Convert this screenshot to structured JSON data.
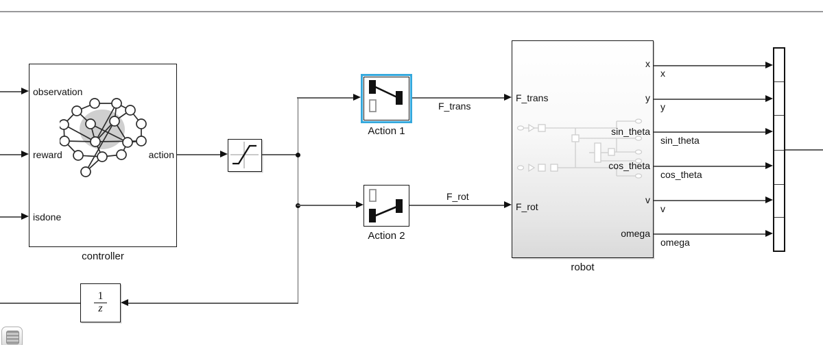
{
  "colors": {
    "selection_blue": "#35a8dc",
    "wire": "#5f5f5f",
    "block_border": "#161616",
    "top_rule": "#98989a",
    "robot_fill_bottom": "#dcdcdc"
  },
  "controller": {
    "name": "controller",
    "input_ports": [
      "observation",
      "reward",
      "isdone"
    ],
    "output_port": "action"
  },
  "action_blocks": [
    {
      "name": "Action 1",
      "selected": true
    },
    {
      "name": "Action 2",
      "selected": false
    }
  ],
  "signal_labels": {
    "f_trans": "F_trans",
    "f_rot": "F_rot"
  },
  "robot": {
    "name": "robot",
    "input_ports": [
      "F_trans",
      "F_rot"
    ],
    "output_ports": [
      "x",
      "y",
      "sin_theta",
      "cos_theta",
      "v",
      "omega"
    ]
  },
  "output_wire_labels": [
    "x",
    "y",
    "sin_theta",
    "cos_theta",
    "v",
    "omega"
  ],
  "unit_delay": {
    "numerator": "1",
    "denominator": "z"
  }
}
